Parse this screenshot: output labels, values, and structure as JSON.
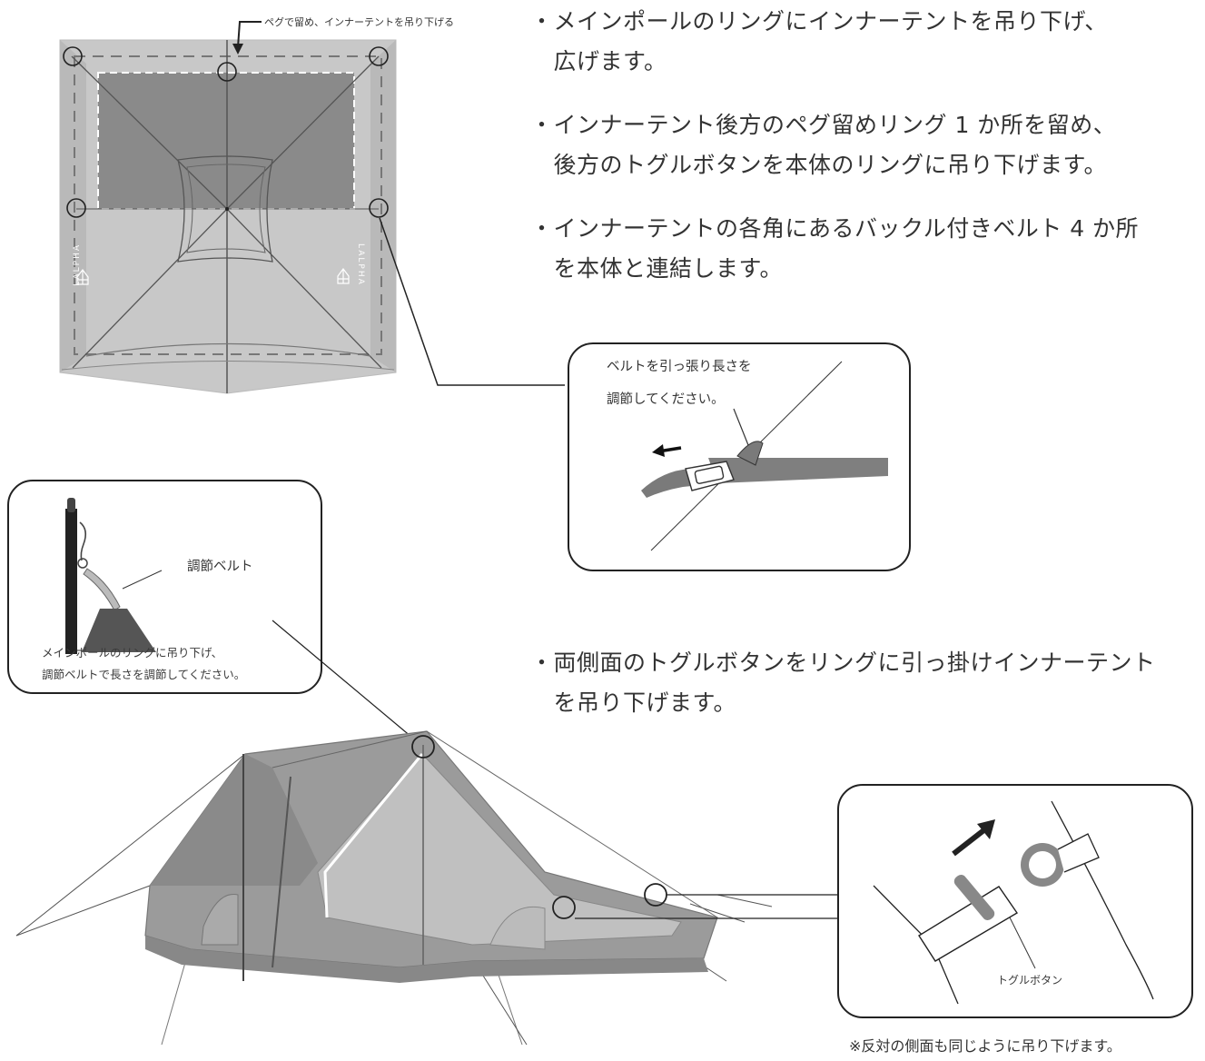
{
  "top_diagram": {
    "peg_label": "ペグで留め、インナーテントを吊り下げる",
    "logo_text_left": "LALPHA",
    "logo_text_right": "LALPHA"
  },
  "steps": [
    "・メインポールのリングにインナーテントを吊り下げ、\n　広げます。",
    "・インナーテント後方のペグ留めリング 1 か所を留め、\n　後方のトグルボタンを本体のリングに吊り下げます。",
    "・インナーテントの各角にあるバックル付きベルト 4 か所\n　を本体と連結します。",
    "・両側面のトグルボタンをリングに引っ掛けインナーテント\n　を吊り下げます。"
  ],
  "belt_callout": {
    "line1": "ベルトを引っ張り長さを",
    "line2": "調節してください。"
  },
  "pole_callout": {
    "adjust_belt_label": "調節ベルト",
    "line1": "メインポールのリングに吊り下げ、",
    "line2": "調節ベルトで長さを調節してください。"
  },
  "toggle_callout": {
    "toggle_label": "トグルボタン"
  },
  "footnote": "※反対の側面も同じように吊り下げます。",
  "colors": {
    "tent_light": "#c9c9c9",
    "tent_mid": "#9a9a9a",
    "tent_dark": "#7d7d7d",
    "inner_panel": "#8a8a8a",
    "line": "#333333"
  }
}
